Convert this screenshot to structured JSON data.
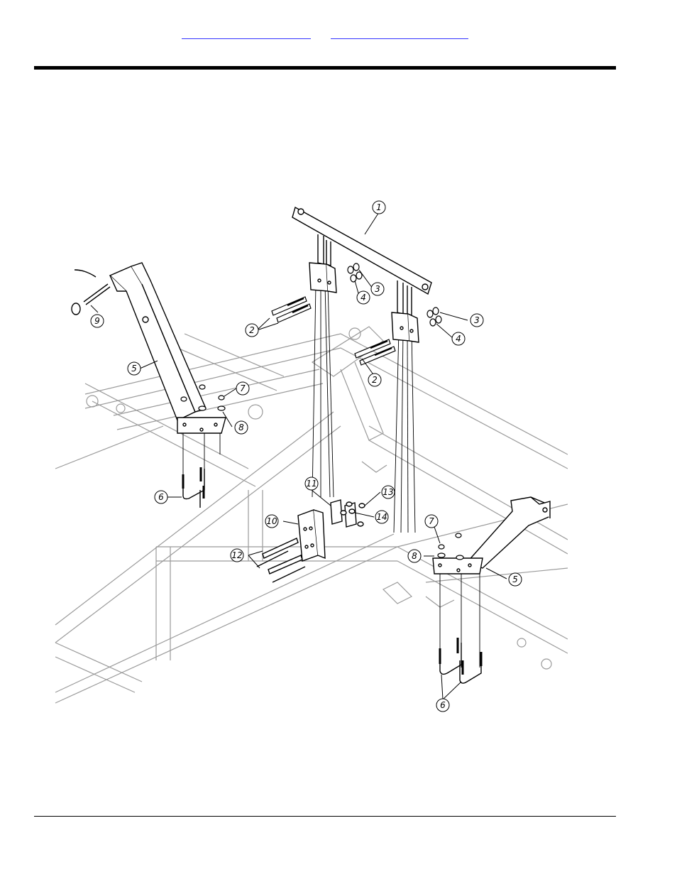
{
  "header": {
    "link_left": "",
    "link_right": ""
  },
  "diagram": {
    "callouts": [
      "1",
      "2",
      "2",
      "3",
      "3",
      "4",
      "4",
      "5",
      "5",
      "6",
      "6",
      "7",
      "7",
      "8",
      "8",
      "9",
      "10",
      "11",
      "12",
      "13",
      "14"
    ]
  },
  "colors": {
    "line": "#000000",
    "frame": "#9a9a9a",
    "link": "#3333ff"
  }
}
